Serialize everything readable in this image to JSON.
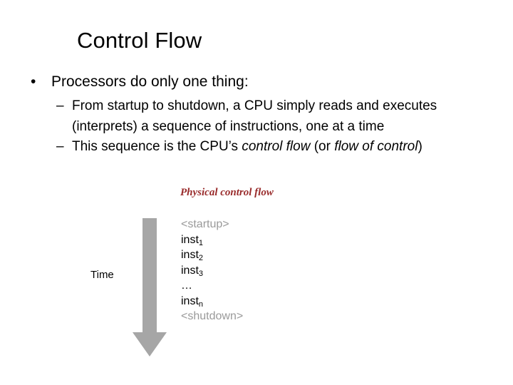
{
  "slide": {
    "title": "Control Flow",
    "bullets": {
      "level1_mark": "•",
      "level1_text": "Processors do only one thing:",
      "level2_mark": "–",
      "item1_text": "From startup to shutdown, a CPU simply reads and executes (interprets) a sequence of instructions, one at a time",
      "item2_prefix": "This sequence is the CPU’s ",
      "item2_em1": "control flow",
      "item2_middle": " (or ",
      "item2_em2": "flow of control",
      "item2_suffix": ")"
    },
    "diagram": {
      "caption": "Physical control flow",
      "caption_color": "#992B2B",
      "time_label": "Time",
      "arrow_color": "#A6A6A6",
      "arrow_direction": "down",
      "dim_color": "#9A9A9A",
      "instructions": [
        {
          "text": "<startup>",
          "sub": "",
          "dim": true
        },
        {
          "text": "inst",
          "sub": "1",
          "dim": false
        },
        {
          "text": "inst",
          "sub": "2",
          "dim": false
        },
        {
          "text": "inst",
          "sub": "3",
          "dim": false
        },
        {
          "text": "…",
          "sub": "",
          "dim": false
        },
        {
          "text": "inst",
          "sub": "n",
          "dim": false
        },
        {
          "text": "<shutdown>",
          "sub": "",
          "dim": true
        }
      ]
    }
  }
}
